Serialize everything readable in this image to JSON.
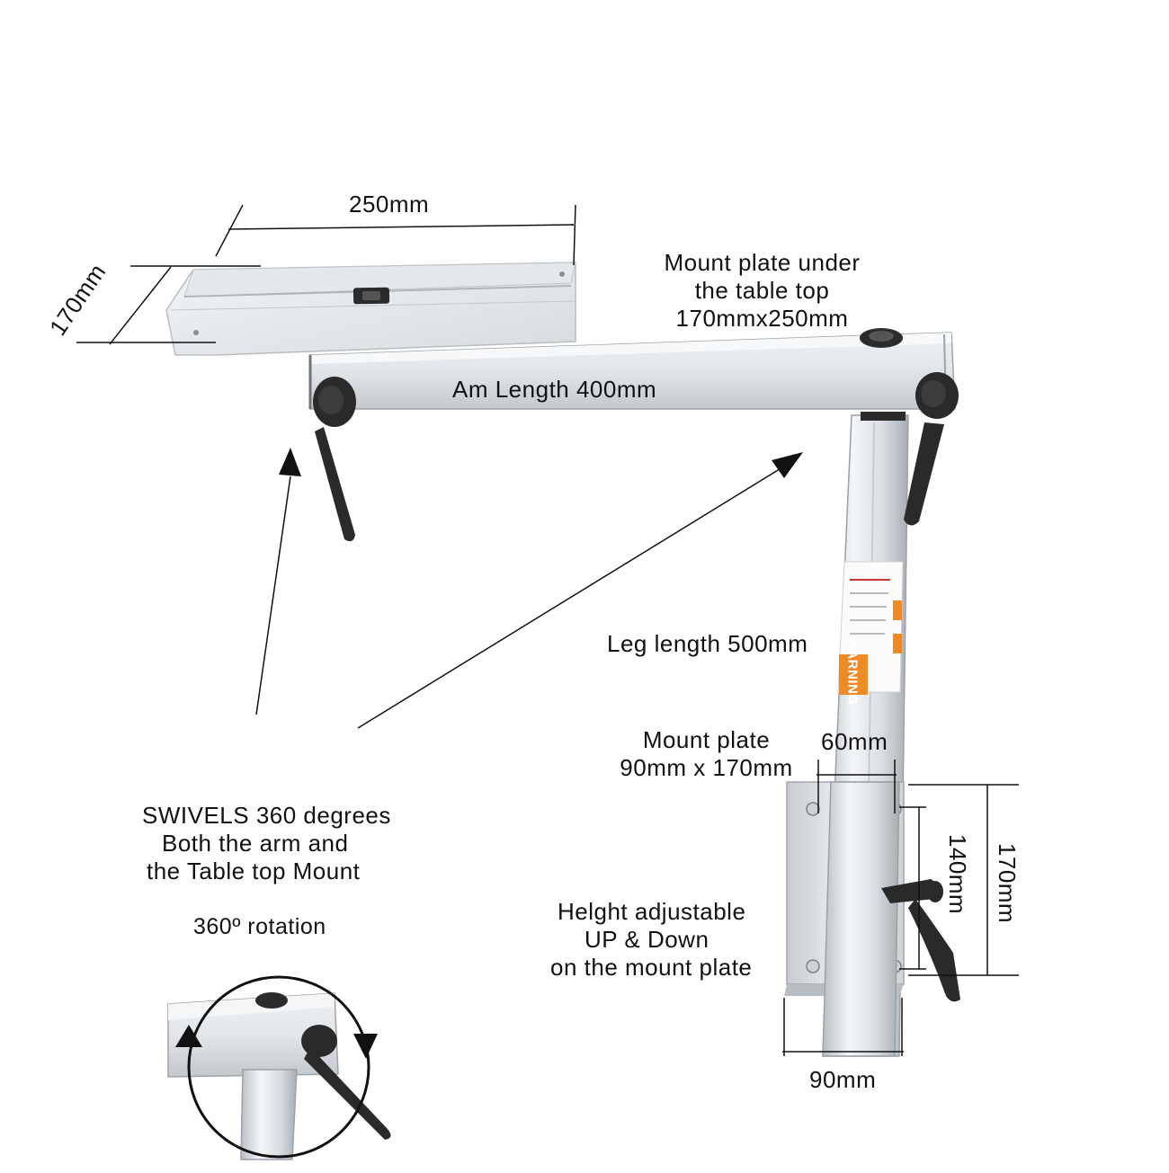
{
  "dimensions": {
    "plate_width": "250mm",
    "plate_depth": "170mm",
    "arm_length": "Am Length 400mm",
    "leg_length": "Leg length 500mm",
    "base_offset": "60mm",
    "base_height_inner": "140mm",
    "base_height_outer": "170mm",
    "base_width": "90mm"
  },
  "annotations": {
    "top_mount": [
      "Mount plate under",
      "the table top",
      "170mmx250mm"
    ],
    "bottom_mount": [
      "Mount plate",
      "90mm x 170mm"
    ],
    "swivel": [
      "SWIVELS 360 degrees",
      "Both the arm and",
      "the Table top Mount"
    ],
    "rotation": "360º rotation",
    "height_adjust": [
      "Helght adjustable",
      "UP & Down",
      "on the mount plate"
    ]
  },
  "sticker": {
    "warning_text": "WARNING"
  },
  "colors": {
    "metal_light": "#e9ecef",
    "metal_mid": "#c9ced3",
    "metal_dark": "#9aa1a8",
    "handle": "#2a2a2a",
    "label_orange": "#f08a24",
    "line": "#111111"
  }
}
